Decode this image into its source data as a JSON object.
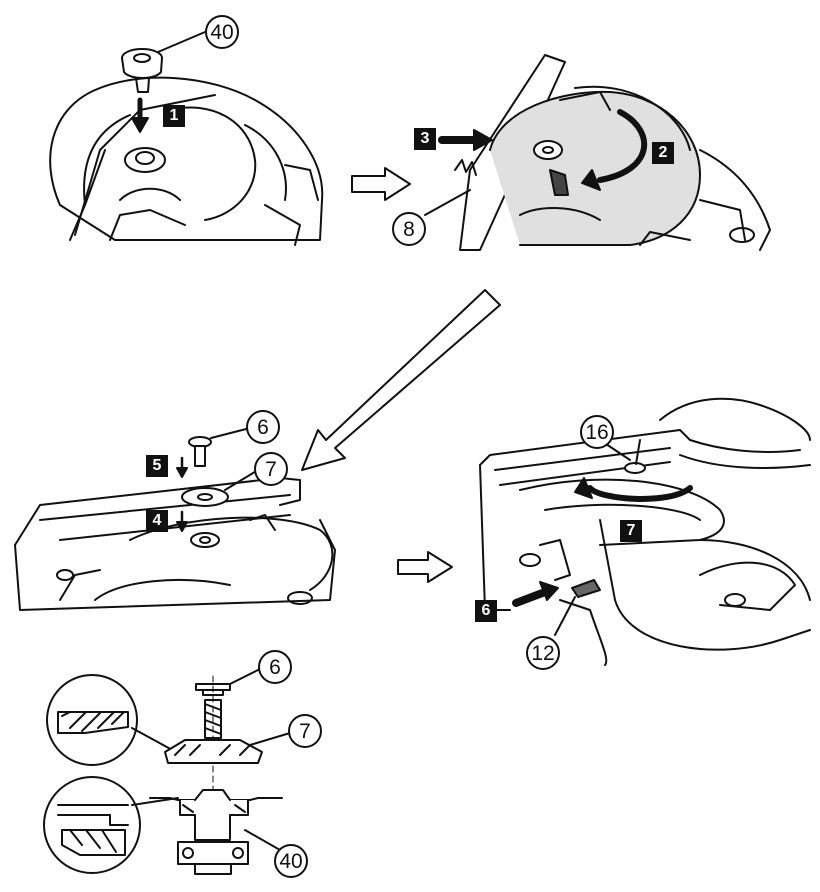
{
  "callouts": {
    "nut_top": "40",
    "blade": "8",
    "bolt_mid": "6",
    "washer_mid": "7",
    "spindle_lock_ref": "16",
    "lever": "12",
    "bolt_detail": "6",
    "washer_detail": "7",
    "nut_detail": "40"
  },
  "steps": {
    "s1": "1",
    "s2": "2",
    "s3": "3",
    "s4": "4",
    "s5": "5",
    "s6": "6",
    "s7": "7"
  }
}
